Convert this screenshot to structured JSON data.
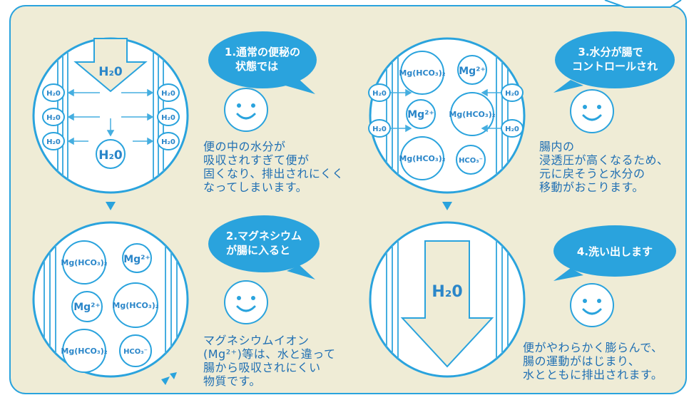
{
  "steps": [
    {
      "title_line1": "1.通常の便秘の",
      "title_line2": "状態では",
      "body": "便の中の水分が\n吸収されすぎて便が\n固くなり、排出されにくく\nなってしまいます。",
      "labels": {
        "arrow": "H₂0",
        "molecule": "H₂0",
        "wall_left": [
          "H₂0",
          "H₂0",
          "H₂0"
        ],
        "wall_right": [
          "H₂0",
          "H₂0",
          "H₂0"
        ]
      }
    },
    {
      "title_line1": "2.マグネシウム",
      "title_line2": "が腸に入ると",
      "body": "マグネシウムイオン\n(Mg²⁺)等は、水と違って\n腸から吸収されにくい\n物質です。",
      "labels": {
        "mg_hco3": "Mg(HCO₃)₂",
        "mg_ion": "Mg²⁺",
        "hco3": "HCO₃⁻"
      }
    },
    {
      "title_line1": "3.水分が腸で",
      "title_line2": "コントロールされ",
      "body": "腸内の\n浸透圧が高くなるため、\n元に戻そうと水分の\n移動がおこります。",
      "labels": {
        "mg_hco3": "Mg(HCO₃)₂",
        "mg_ion": "Mg²⁺",
        "hco3": "HCO₃⁻",
        "wall": "H₂0"
      }
    },
    {
      "title_line1": "4.洗い出します",
      "title_line2": "",
      "body": "便がやわらかく膨らんで、\n腸の運動がはじまり、\n水とともに排出されます。",
      "labels": {
        "arrow": "H₂0"
      }
    }
  ],
  "colors": {
    "background": "#efecd6",
    "accent": "#2aa3dd",
    "line": "#45aee0",
    "text": "#1f6fb3",
    "arrow_fill": "#efecd6"
  },
  "icons": [
    "smiley-icon",
    "down-triangle-icon",
    "arrow-icon"
  ]
}
